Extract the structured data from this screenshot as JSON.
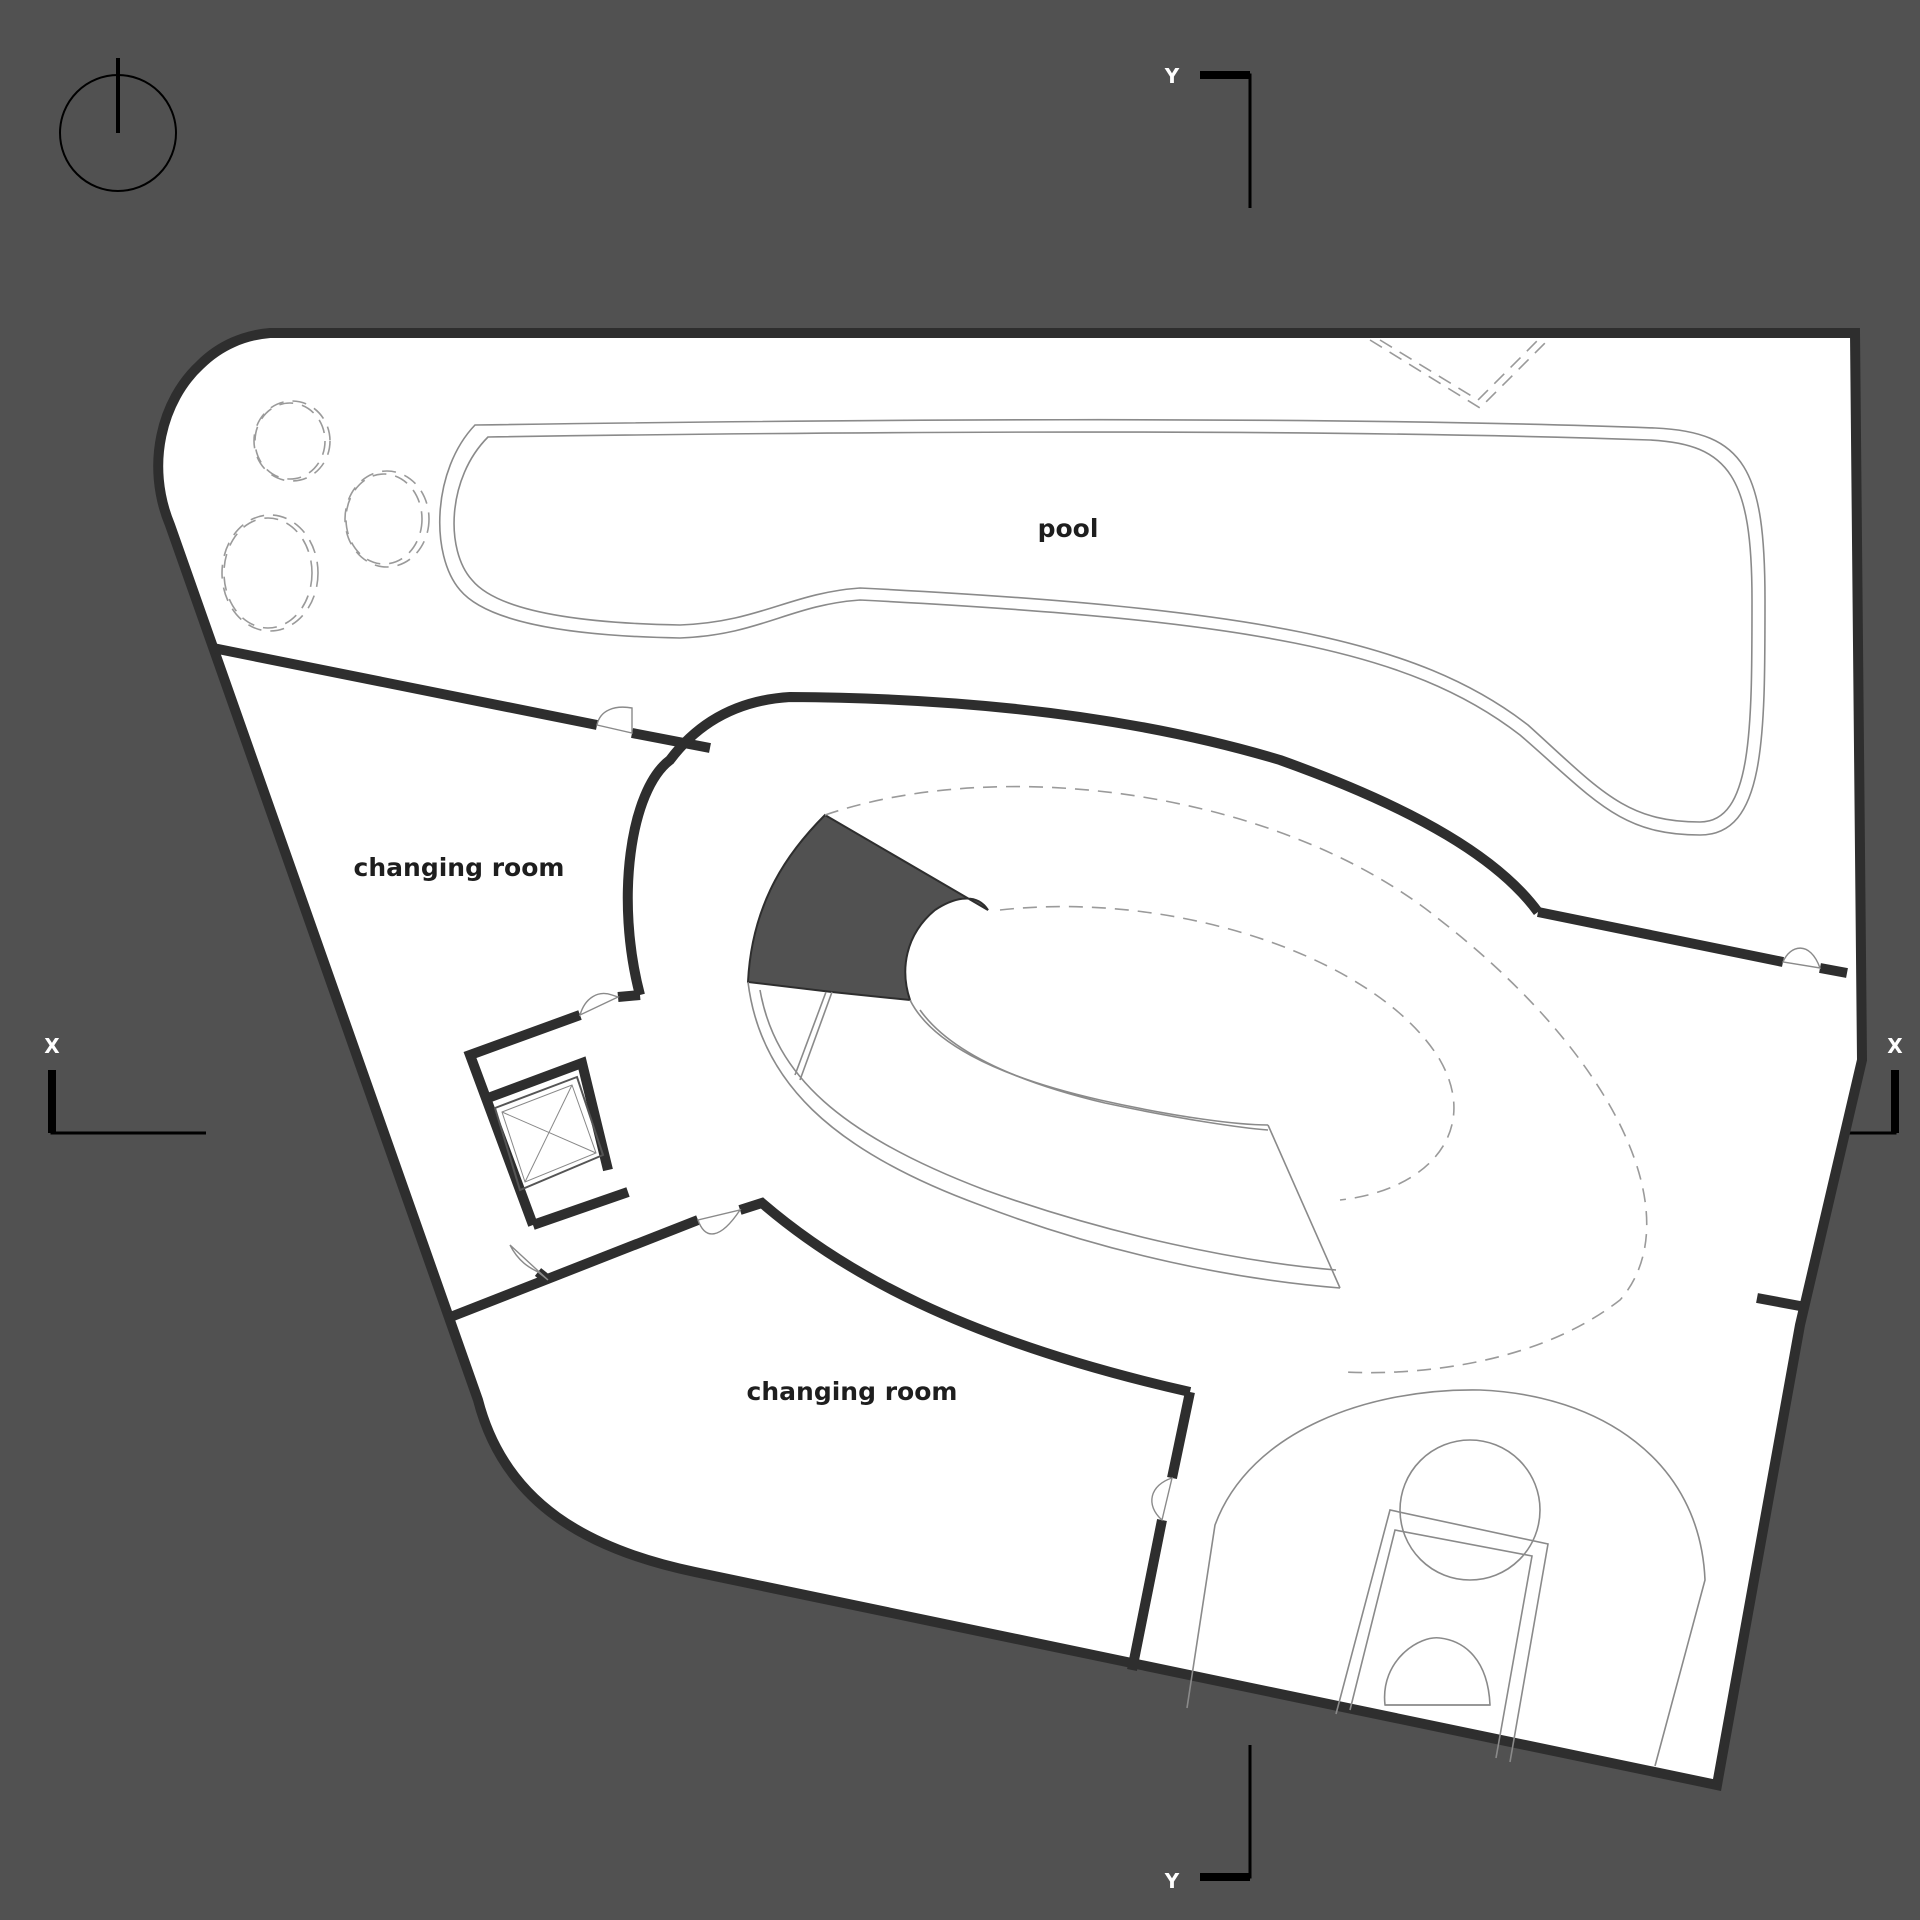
{
  "rooms": {
    "pool": "pool",
    "changing_room_upper": "changing room",
    "changing_room_lower": "changing room"
  },
  "section_markers": {
    "x_left": "X",
    "x_right": "X",
    "y_top": "Y",
    "y_bottom": "Y"
  },
  "colors": {
    "background": "#515151",
    "floor": "#ffffff",
    "wall": "#2e2e2e",
    "marker": "#000000"
  }
}
